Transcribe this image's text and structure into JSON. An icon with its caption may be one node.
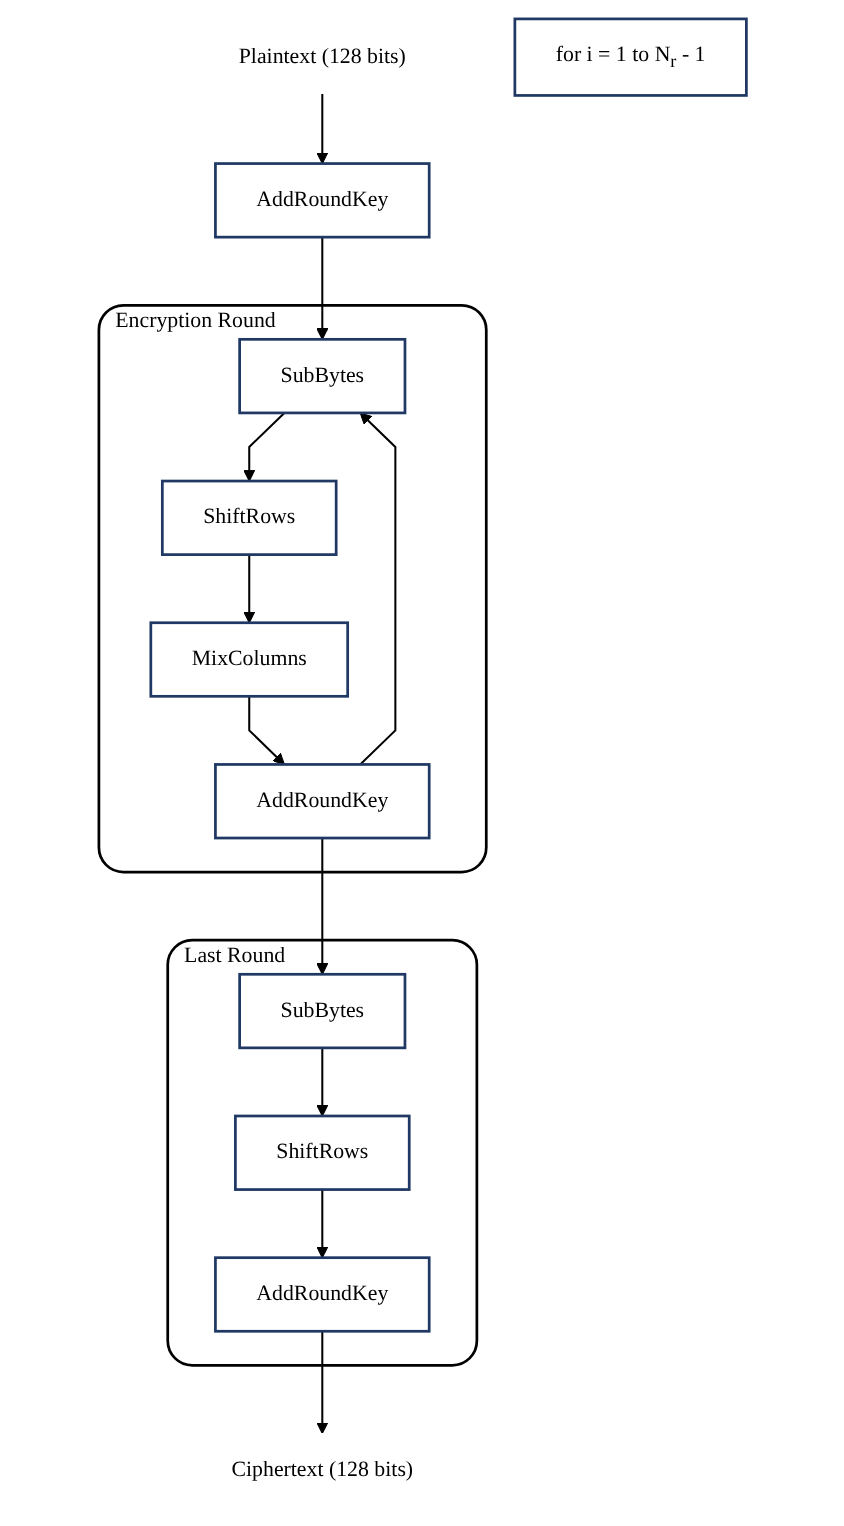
{
  "diagram": {
    "nodes": [
      {
        "text": [
          "Plaintext (128 bits)"
        ]
      },
      {
        "text": [
          "AddRoundKey"
        ]
      },
      {
        "text": [
          "Encryption Round"
        ]
      },
      {
        "text": [
          "SubBytes"
        ],
        "in": 2
      },
      {
        "text": [
          "ShiftRows"
        ],
        "in": 2
      },
      {
        "text": [
          "MixColumns"
        ],
        "in": 2
      },
      {
        "text": [
          "AddRoundKey"
        ],
        "in": 2
      },
      {
        "text": [
          "Last Round"
        ]
      },
      {
        "text": [
          "SubBytes"
        ],
        "in": 7
      },
      {
        "text": [
          "ShiftRows"
        ],
        "in": 7
      },
      {
        "text": [
          "AddRoundKey"
        ],
        "in": 7
      },
      {
        "text": [
          "Ciphertext (128 bits)"
        ]
      },
      {
        "text": [
          "for i = 1 to N$_{r}$ - 1"
        ]
      }
    ],
    "edges": [
      {
        "from": 0,
        "to": 1,
        "arrow": "to"
      },
      {
        "from": 1,
        "to": 3,
        "arrow": "to"
      },
      {
        "from": 3,
        "to": 4,
        "arrow": "to"
      },
      {
        "from": 4,
        "to": 5,
        "arrow": "to"
      },
      {
        "from": 5,
        "to": 6,
        "arrow": "to"
      },
      {
        "from": 6,
        "to": 3,
        "arrow": "to"
      },
      {
        "from": 6,
        "to": 8,
        "arrow": "to"
      },
      {
        "from": 8,
        "to": 9,
        "arrow": "to"
      },
      {
        "from": 9,
        "to": 10,
        "arrow": "to"
      },
      {
        "from": 10,
        "to": 11,
        "arrow": "to"
      }
    ]
  }
}
